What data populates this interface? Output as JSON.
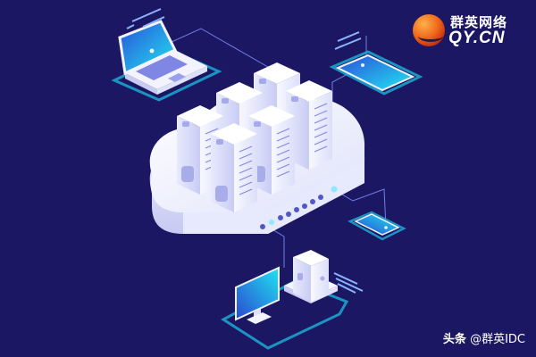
{
  "logo": {
    "name_cn": "群英网络",
    "name_en": "QY.CN",
    "icon": "orange-sphere-logo-icon"
  },
  "caption": {
    "platform": "头条",
    "author": "@群英IDC"
  },
  "illustration": {
    "subject": "isometric cloud server hosting",
    "background_color": "#1c1763",
    "accent_cyan": "#22e0f0",
    "accent_blue": "#2a5de0",
    "server_color": "#eef0fb",
    "server_shade": "#b9bdf0",
    "elements": [
      "laptop",
      "tablet",
      "cloud-platform",
      "server-racks",
      "smartphone",
      "desktop-monitor",
      "desktop-tower"
    ],
    "server_count": 6,
    "cloud_port_count": 9
  }
}
